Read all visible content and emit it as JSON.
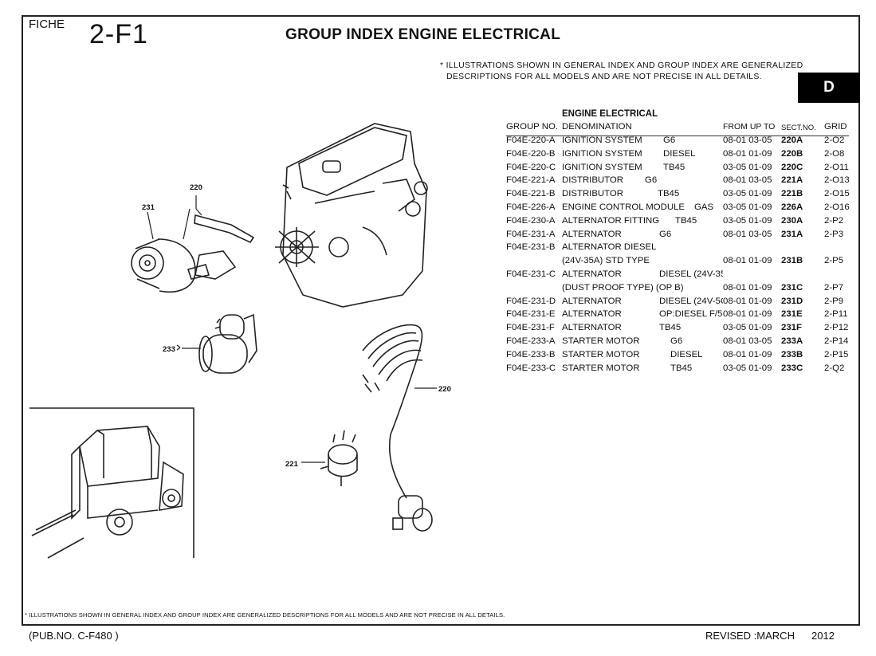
{
  "header": {
    "fiche_label": "FICHE",
    "fiche_code": "2-F1",
    "title": "GROUP INDEX ENGINE ELECTRICAL",
    "note_line1": "* ILLUSTRATIONS SHOWN IN GENERAL INDEX AND GROUP INDEX ARE GENERALIZED",
    "note_line2": "DESCRIPTIONS FOR ALL MODELS AND ARE NOT PRECISE IN ALL DETAILS.",
    "section_badge": "D"
  },
  "table": {
    "title": "ENGINE ELECTRICAL",
    "columns": {
      "group_no": "GROUP NO.",
      "denomination": "DENOMINATION",
      "from_up_to": "FROM UP TO",
      "sect_no": "SECT.NO.",
      "grid": "GRID"
    },
    "rows": [
      {
        "group": "F04E-220-A",
        "den": "IGNITION SYSTEM",
        "variant": "G6",
        "range": "08-01 03-05",
        "sect": "220A",
        "grid": "2-O2"
      },
      {
        "group": "F04E-220-B",
        "den": "IGNITION SYSTEM",
        "variant": "DIESEL",
        "range": "08-01 01-09",
        "sect": "220B",
        "grid": "2-O8"
      },
      {
        "group": "F04E-220-C",
        "den": "IGNITION SYSTEM",
        "variant": "TB45",
        "range": "03-05 01-09",
        "sect": "220C",
        "grid": "2-O11"
      },
      {
        "group": "F04E-221-A",
        "den": "DISTRIBUTOR",
        "variant": "G6",
        "range": "08-01 03-05",
        "sect": "221A",
        "grid": "2-O13"
      },
      {
        "group": "F04E-221-B",
        "den": "DISTRIBUTOR",
        "variant": "TB45",
        "range": "03-05 01-09",
        "sect": "221B",
        "grid": "2-O15"
      },
      {
        "group": "F04E-226-A",
        "den": "ENGINE CONTROL MODULE",
        "variant": "GAS",
        "range": "03-05 01-09",
        "sect": "226A",
        "grid": "2-O16"
      },
      {
        "group": "F04E-230-A",
        "den": "ALTERNATOR FITTING",
        "variant": "TB45",
        "range": "03-05 01-09",
        "sect": "230A",
        "grid": "2-P2"
      },
      {
        "group": "F04E-231-A",
        "den": "ALTERNATOR",
        "variant": "G6",
        "range": "08-01 03-05",
        "sect": "231A",
        "grid": "2-P3"
      },
      {
        "group": "F04E-231-B",
        "den": "ALTERNATOR  DIESEL",
        "variant": "",
        "range": "",
        "sect": "",
        "grid": ""
      },
      {
        "group": "",
        "den": "(24V-35A) STD TYPE",
        "variant": "",
        "range": "08-01 01-09",
        "sect": "231B",
        "grid": "2-P5"
      },
      {
        "group": "F04E-231-C",
        "den": "ALTERNATOR",
        "variant": "DIESEL (24V-35",
        "range": "",
        "sect": "",
        "grid": ""
      },
      {
        "group": "",
        "den": "(DUST PROOF TYPE) (OP B)",
        "variant": "",
        "range": "08-01 01-09",
        "sect": "231C",
        "grid": "2-P7"
      },
      {
        "group": "F04E-231-D",
        "den": "ALTERNATOR",
        "variant": "DIESEL (24V-5C",
        "range": "08-01 01-09",
        "sect": "231D",
        "grid": "2-P9"
      },
      {
        "group": "F04E-231-E",
        "den": "ALTERNATOR",
        "variant": "OP:DIESEL F/5(",
        "range": "08-01 01-09",
        "sect": "231E",
        "grid": "2-P11"
      },
      {
        "group": "F04E-231-F",
        "den": "ALTERNATOR",
        "variant": "TB45",
        "range": "03-05 01-09",
        "sect": "231F",
        "grid": "2-P12"
      },
      {
        "group": "F04E-233-A",
        "den": "STARTER MOTOR",
        "variant": "G6",
        "range": "08-01 03-05",
        "sect": "233A",
        "grid": "2-P14"
      },
      {
        "group": "F04E-233-B",
        "den": "STARTER MOTOR",
        "variant": "DIESEL",
        "range": "08-01 01-09",
        "sect": "233B",
        "grid": "2-P15"
      },
      {
        "group": "F04E-233-C",
        "den": "STARTER MOTOR",
        "variant": "TB45",
        "range": "03-05 01-09",
        "sect": "233C",
        "grid": "2-Q2"
      }
    ]
  },
  "illustration": {
    "callout_231": "231",
    "callout_220_top": "220",
    "callout_233": "233",
    "callout_220_right": "220",
    "callout_221": "221"
  },
  "footer": {
    "note": "* ILLUSTRATIONS SHOWN IN GENERAL INDEX AND GROUP INDEX ARE GENERALIZED DESCRIPTIONS FOR ALL MODELS AND ARE NOT PRECISE IN ALL DETAILS.",
    "pub_no": "(PUB.NO. C-F480 )",
    "revised": "REVISED :MARCH",
    "year": "2012"
  }
}
